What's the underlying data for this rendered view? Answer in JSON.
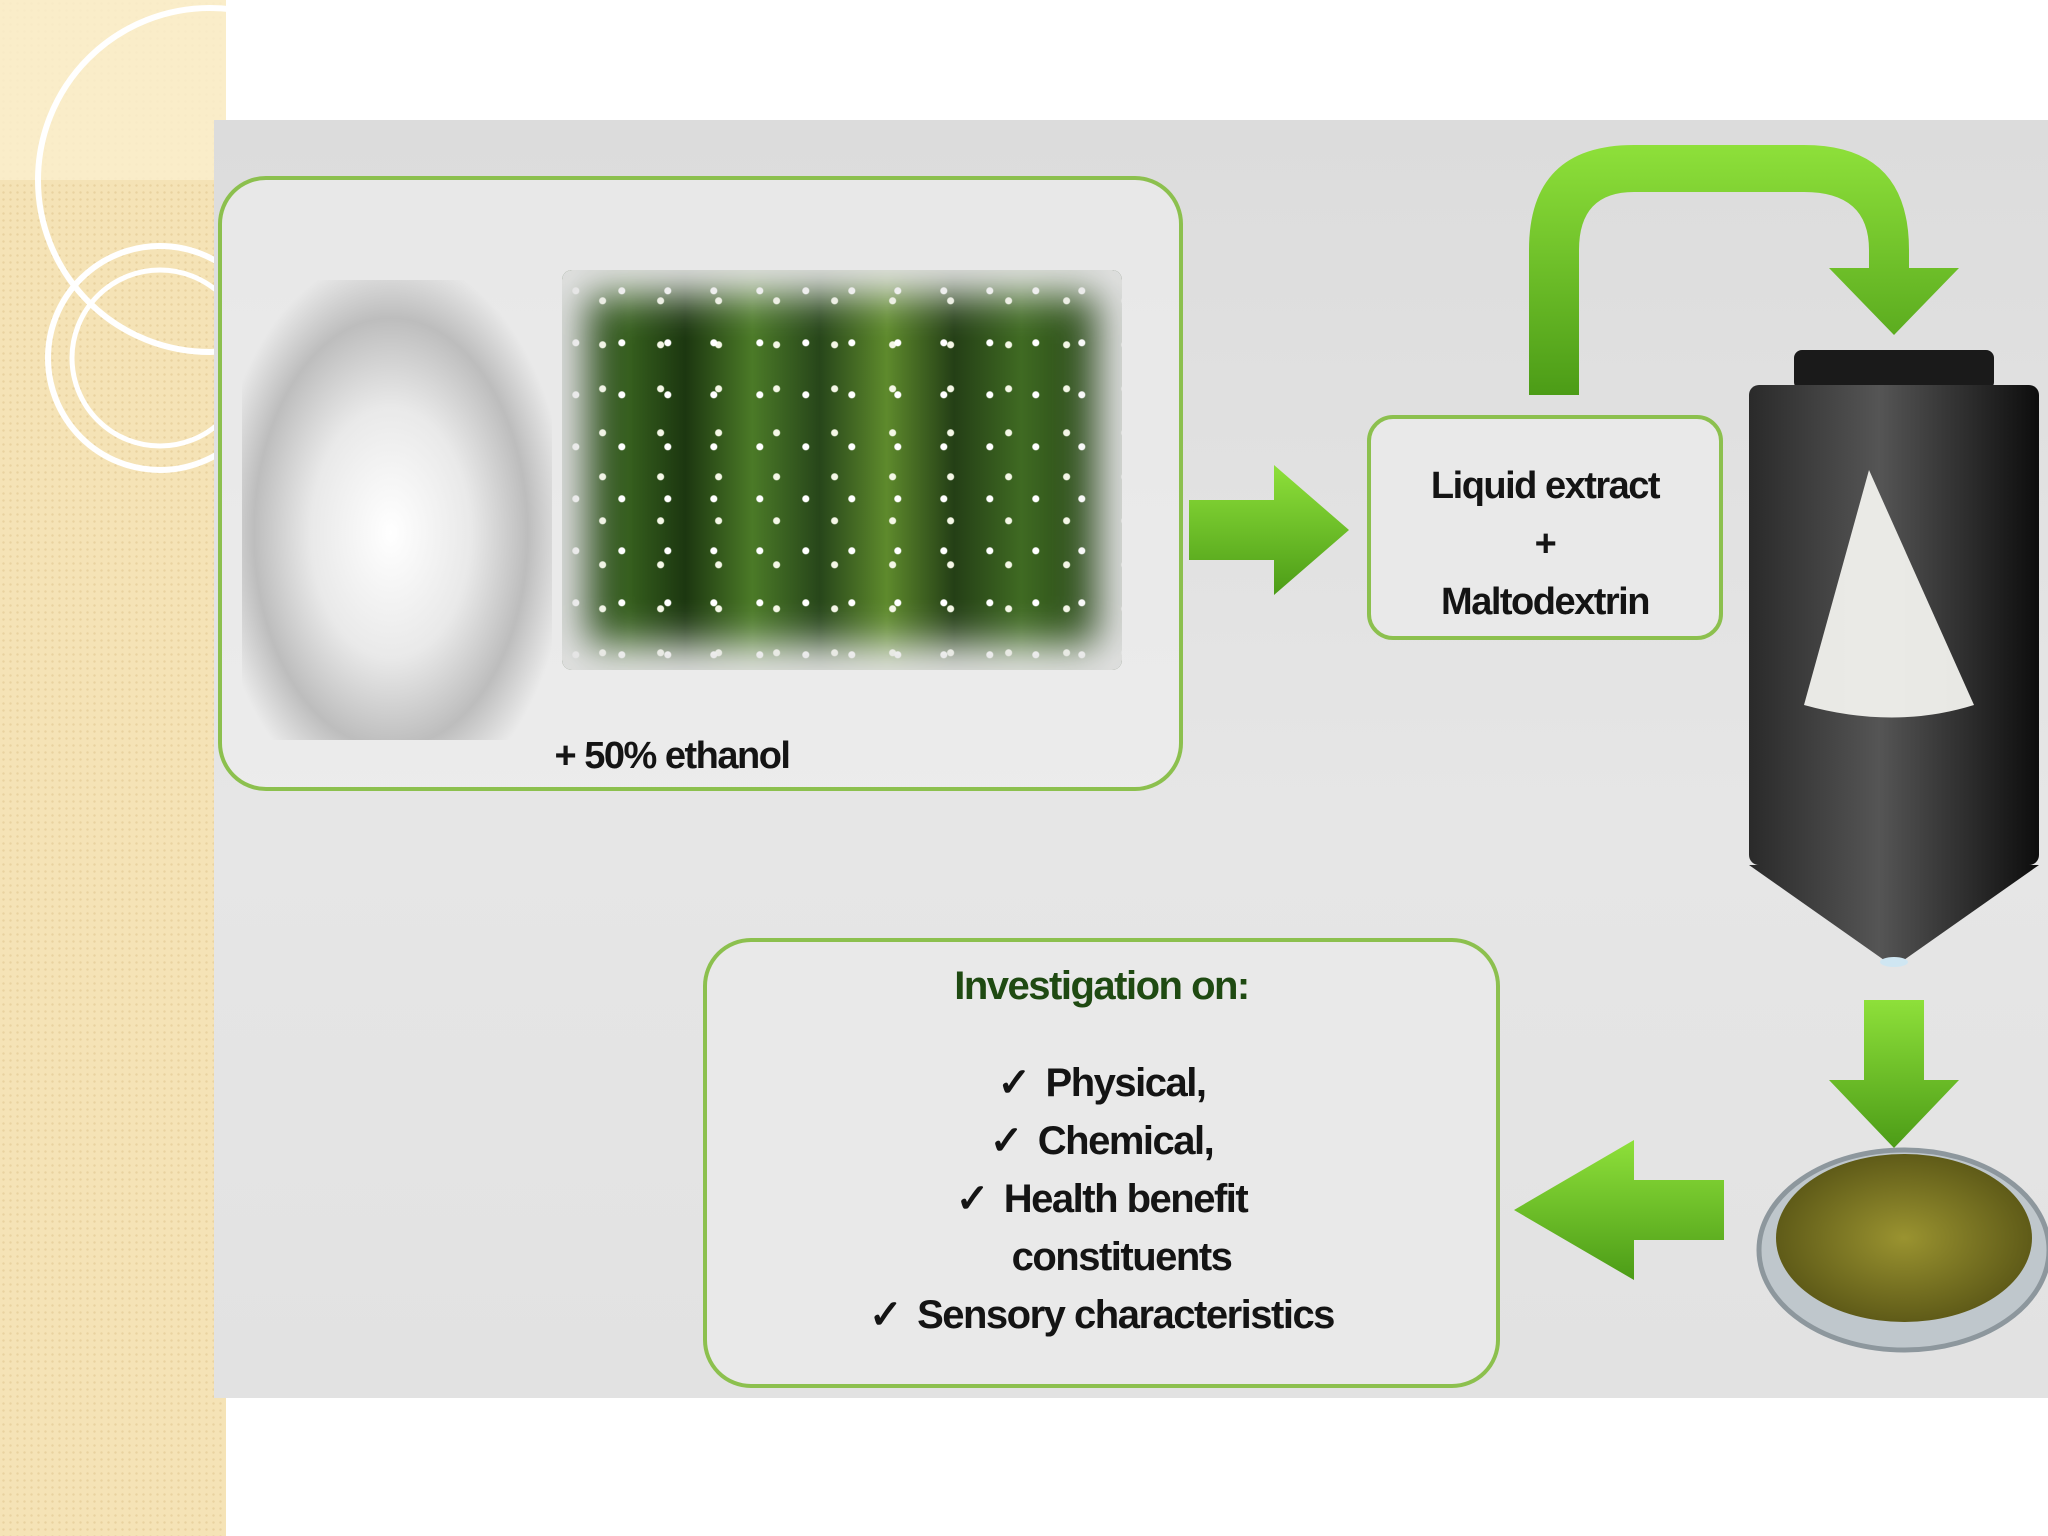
{
  "plant_box": {
    "label": "+ 50% ethanol"
  },
  "liquid_box": {
    "line1": "Liquid extract",
    "line2": "+",
    "line3": "Maltodextrin"
  },
  "investigation_box": {
    "title": "Investigation on:",
    "check_mark": "✓",
    "items": [
      "Physical,",
      "Chemical,",
      "Health benefit",
      "Sensory characteristics"
    ],
    "continuation": "constituents"
  },
  "colors": {
    "arrow_green": "#6cc024",
    "box_border": "#8cc04e",
    "dryer_black": "#111111",
    "powder_olive": "#7d7a22",
    "title_green": "#1f4a12"
  },
  "icons": [
    "flower-photo",
    "field-photo",
    "spray-dryer-icon",
    "powder-dish-icon",
    "arrow-icon"
  ]
}
